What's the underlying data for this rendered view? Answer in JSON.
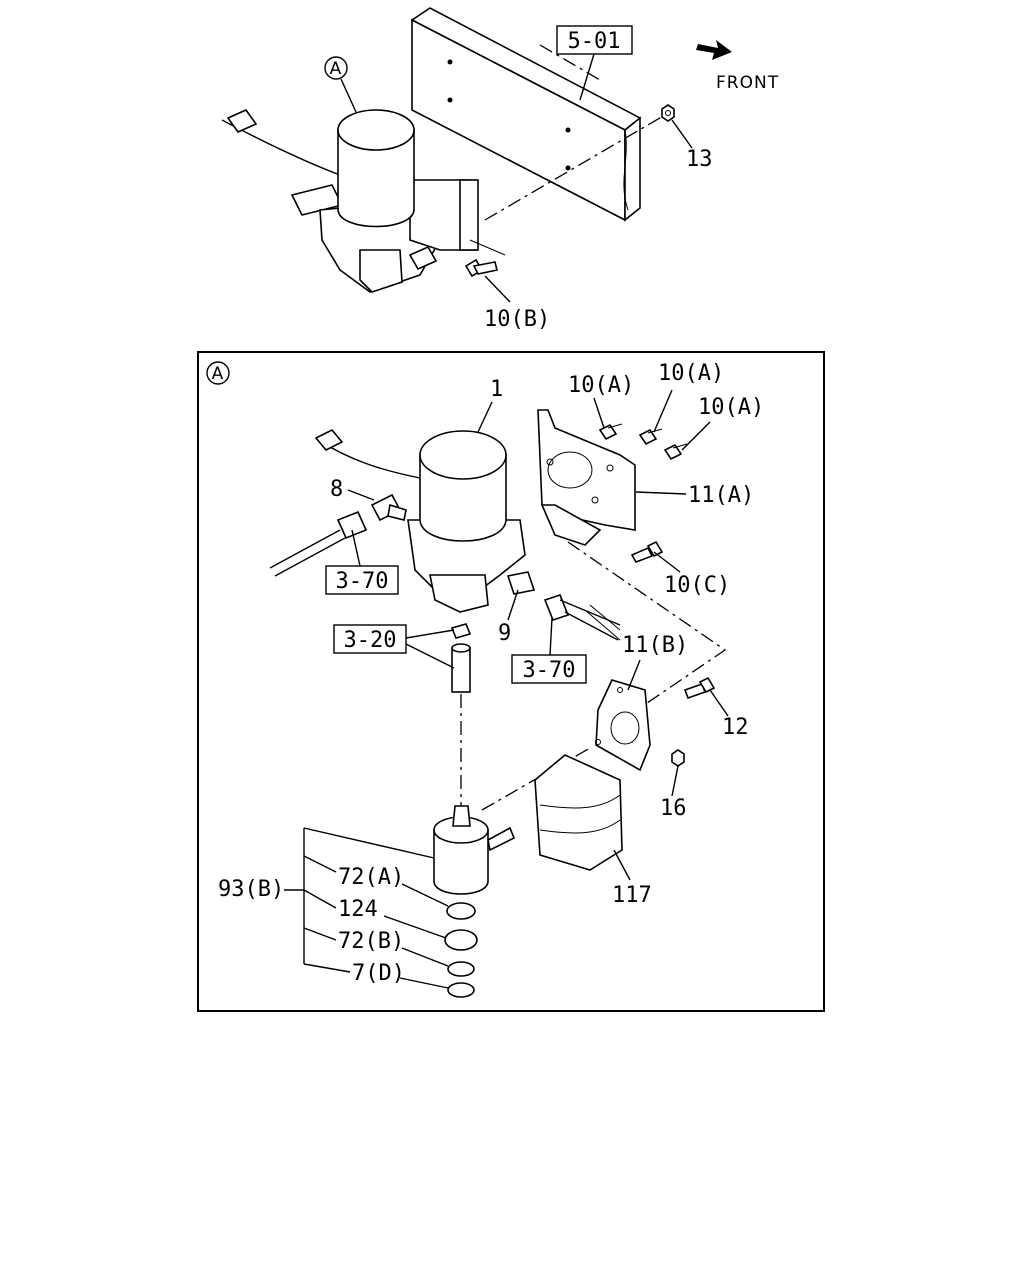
{
  "callouts": {
    "ref_5_01": "5-01",
    "front": "FRONT",
    "circle_a_top": "A",
    "circle_a_detail": "A",
    "part_13": "13",
    "part_10b": "10(B)",
    "part_1": "1",
    "part_10a_1": "10(A)",
    "part_10a_2": "10(A)",
    "part_10a_3": "10(A)",
    "part_11a": "11(A)",
    "part_8": "8",
    "ref_3_70_left": "3-70",
    "part_10c": "10(C)",
    "part_9": "9",
    "ref_3_20": "3-20",
    "ref_3_70_mid": "3-70",
    "part_11b": "11(B)",
    "part_12": "12",
    "part_16": "16",
    "part_117": "117",
    "part_93b": "93(B)",
    "part_72a": "72(A)",
    "part_124": "124",
    "part_72b": "72(B)",
    "part_7d": "7(D)"
  }
}
